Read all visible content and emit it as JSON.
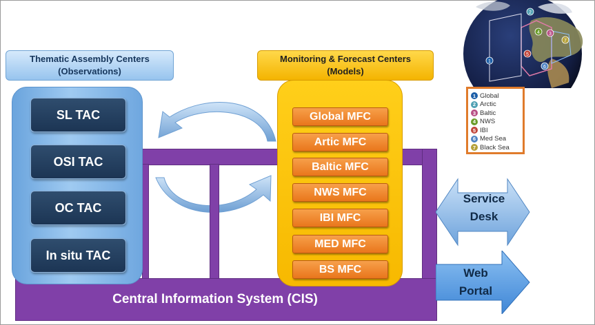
{
  "tac": {
    "header_line1": "Thematic Assembly Centers",
    "header_line2": "(Observations)",
    "items": [
      "SL TAC",
      "OSI TAC",
      "OC TAC",
      "In situ TAC"
    ]
  },
  "mfc": {
    "header_line1": "Monitoring & Forecast Centers",
    "header_line2": "(Models)",
    "items": [
      "Global MFC",
      "Artic MFC",
      "Baltic MFC",
      "NWS MFC",
      "IBI MFC",
      "MED MFC",
      "BS MFC"
    ]
  },
  "cis": {
    "label": "Central Information System (CIS)"
  },
  "service_desk": {
    "line1": "Service",
    "line2": "Desk"
  },
  "web_portal": {
    "line1": "Web",
    "line2": "Portal"
  },
  "globe": {
    "legend": [
      {
        "num": "1",
        "label": "Global",
        "color": "#1d5fa8"
      },
      {
        "num": "2",
        "label": "Arctic",
        "color": "#4e9fb2"
      },
      {
        "num": "3",
        "label": "Baltic",
        "color": "#b84f85"
      },
      {
        "num": "4",
        "label": "NWS",
        "color": "#6b9c2a"
      },
      {
        "num": "5",
        "label": "IBI",
        "color": "#c0453a"
      },
      {
        "num": "6",
        "label": "Med Sea",
        "color": "#4f84c4"
      },
      {
        "num": "7",
        "label": "Black Sea",
        "color": "#b5a13a"
      }
    ]
  },
  "colors": {
    "cis_purple": "#8040a8",
    "tac_blue": "#1c3554",
    "mfc_orange": "#e9761c",
    "mfc_yellow": "#ffcf1a",
    "arrow_blue": "#7fb2e6"
  }
}
